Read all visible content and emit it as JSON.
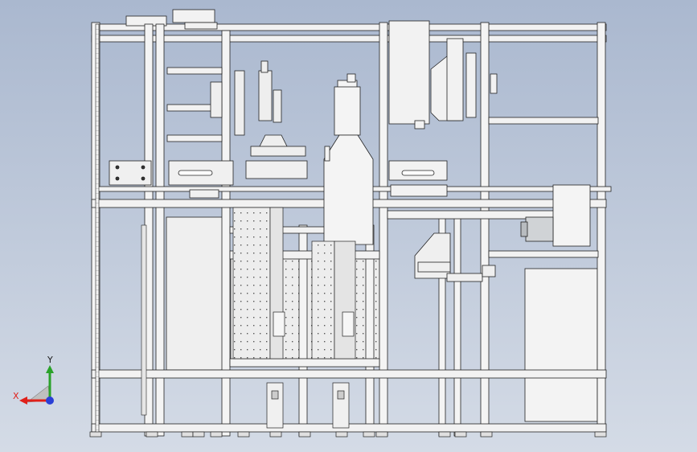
{
  "viewport": {
    "background_top": "#aab8cf",
    "background_bottom": "#d4dbe6",
    "part_fill": "#f2f2f2",
    "part_fill_dark": "#d8dadd",
    "edge_color": "#222222"
  },
  "triad": {
    "x_label": "X",
    "y_label": "Y",
    "x_color": "#e0201a",
    "y_color": "#2aa22a",
    "z_color": "#2a3fd6"
  },
  "assembly": {
    "view": "front",
    "feet_count": 15
  }
}
